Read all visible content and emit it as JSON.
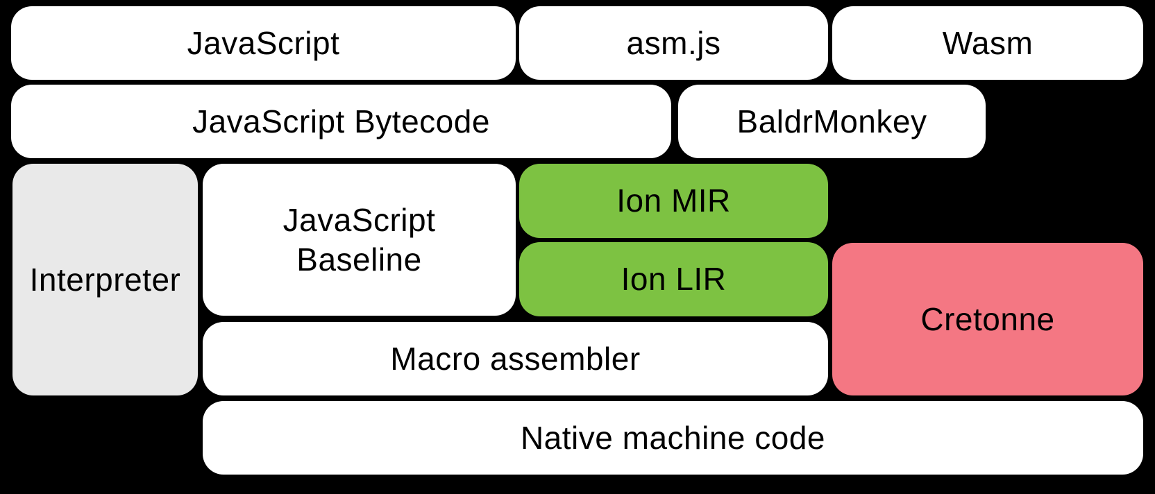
{
  "colors": {
    "bg": "#000000",
    "white": "#FFFFFF",
    "gray": "#E9E9E9",
    "green": "#7DC242",
    "pink": "#F47783",
    "text": "#000000"
  },
  "diagram": {
    "boxes": {
      "javascript": {
        "label": "JavaScript",
        "fill": "white"
      },
      "asmjs": {
        "label": "asm.js",
        "fill": "white"
      },
      "wasm": {
        "label": "Wasm",
        "fill": "white"
      },
      "javascript_bytecode": {
        "label": "JavaScript Bytecode",
        "fill": "white"
      },
      "baldrmonkey": {
        "label": "BaldrMonkey",
        "fill": "white"
      },
      "interpreter": {
        "label": "Interpreter",
        "fill": "gray"
      },
      "javascript_baseline": {
        "label": "JavaScript\nBaseline",
        "fill": "white"
      },
      "ion_mir": {
        "label": "Ion MIR",
        "fill": "green"
      },
      "ion_lir": {
        "label": "Ion LIR",
        "fill": "green"
      },
      "cretonne": {
        "label": "Cretonne",
        "fill": "pink"
      },
      "macro_assembler": {
        "label": "Macro assembler",
        "fill": "white"
      },
      "native_machine_code": {
        "label": "Native machine code",
        "fill": "white"
      }
    }
  }
}
